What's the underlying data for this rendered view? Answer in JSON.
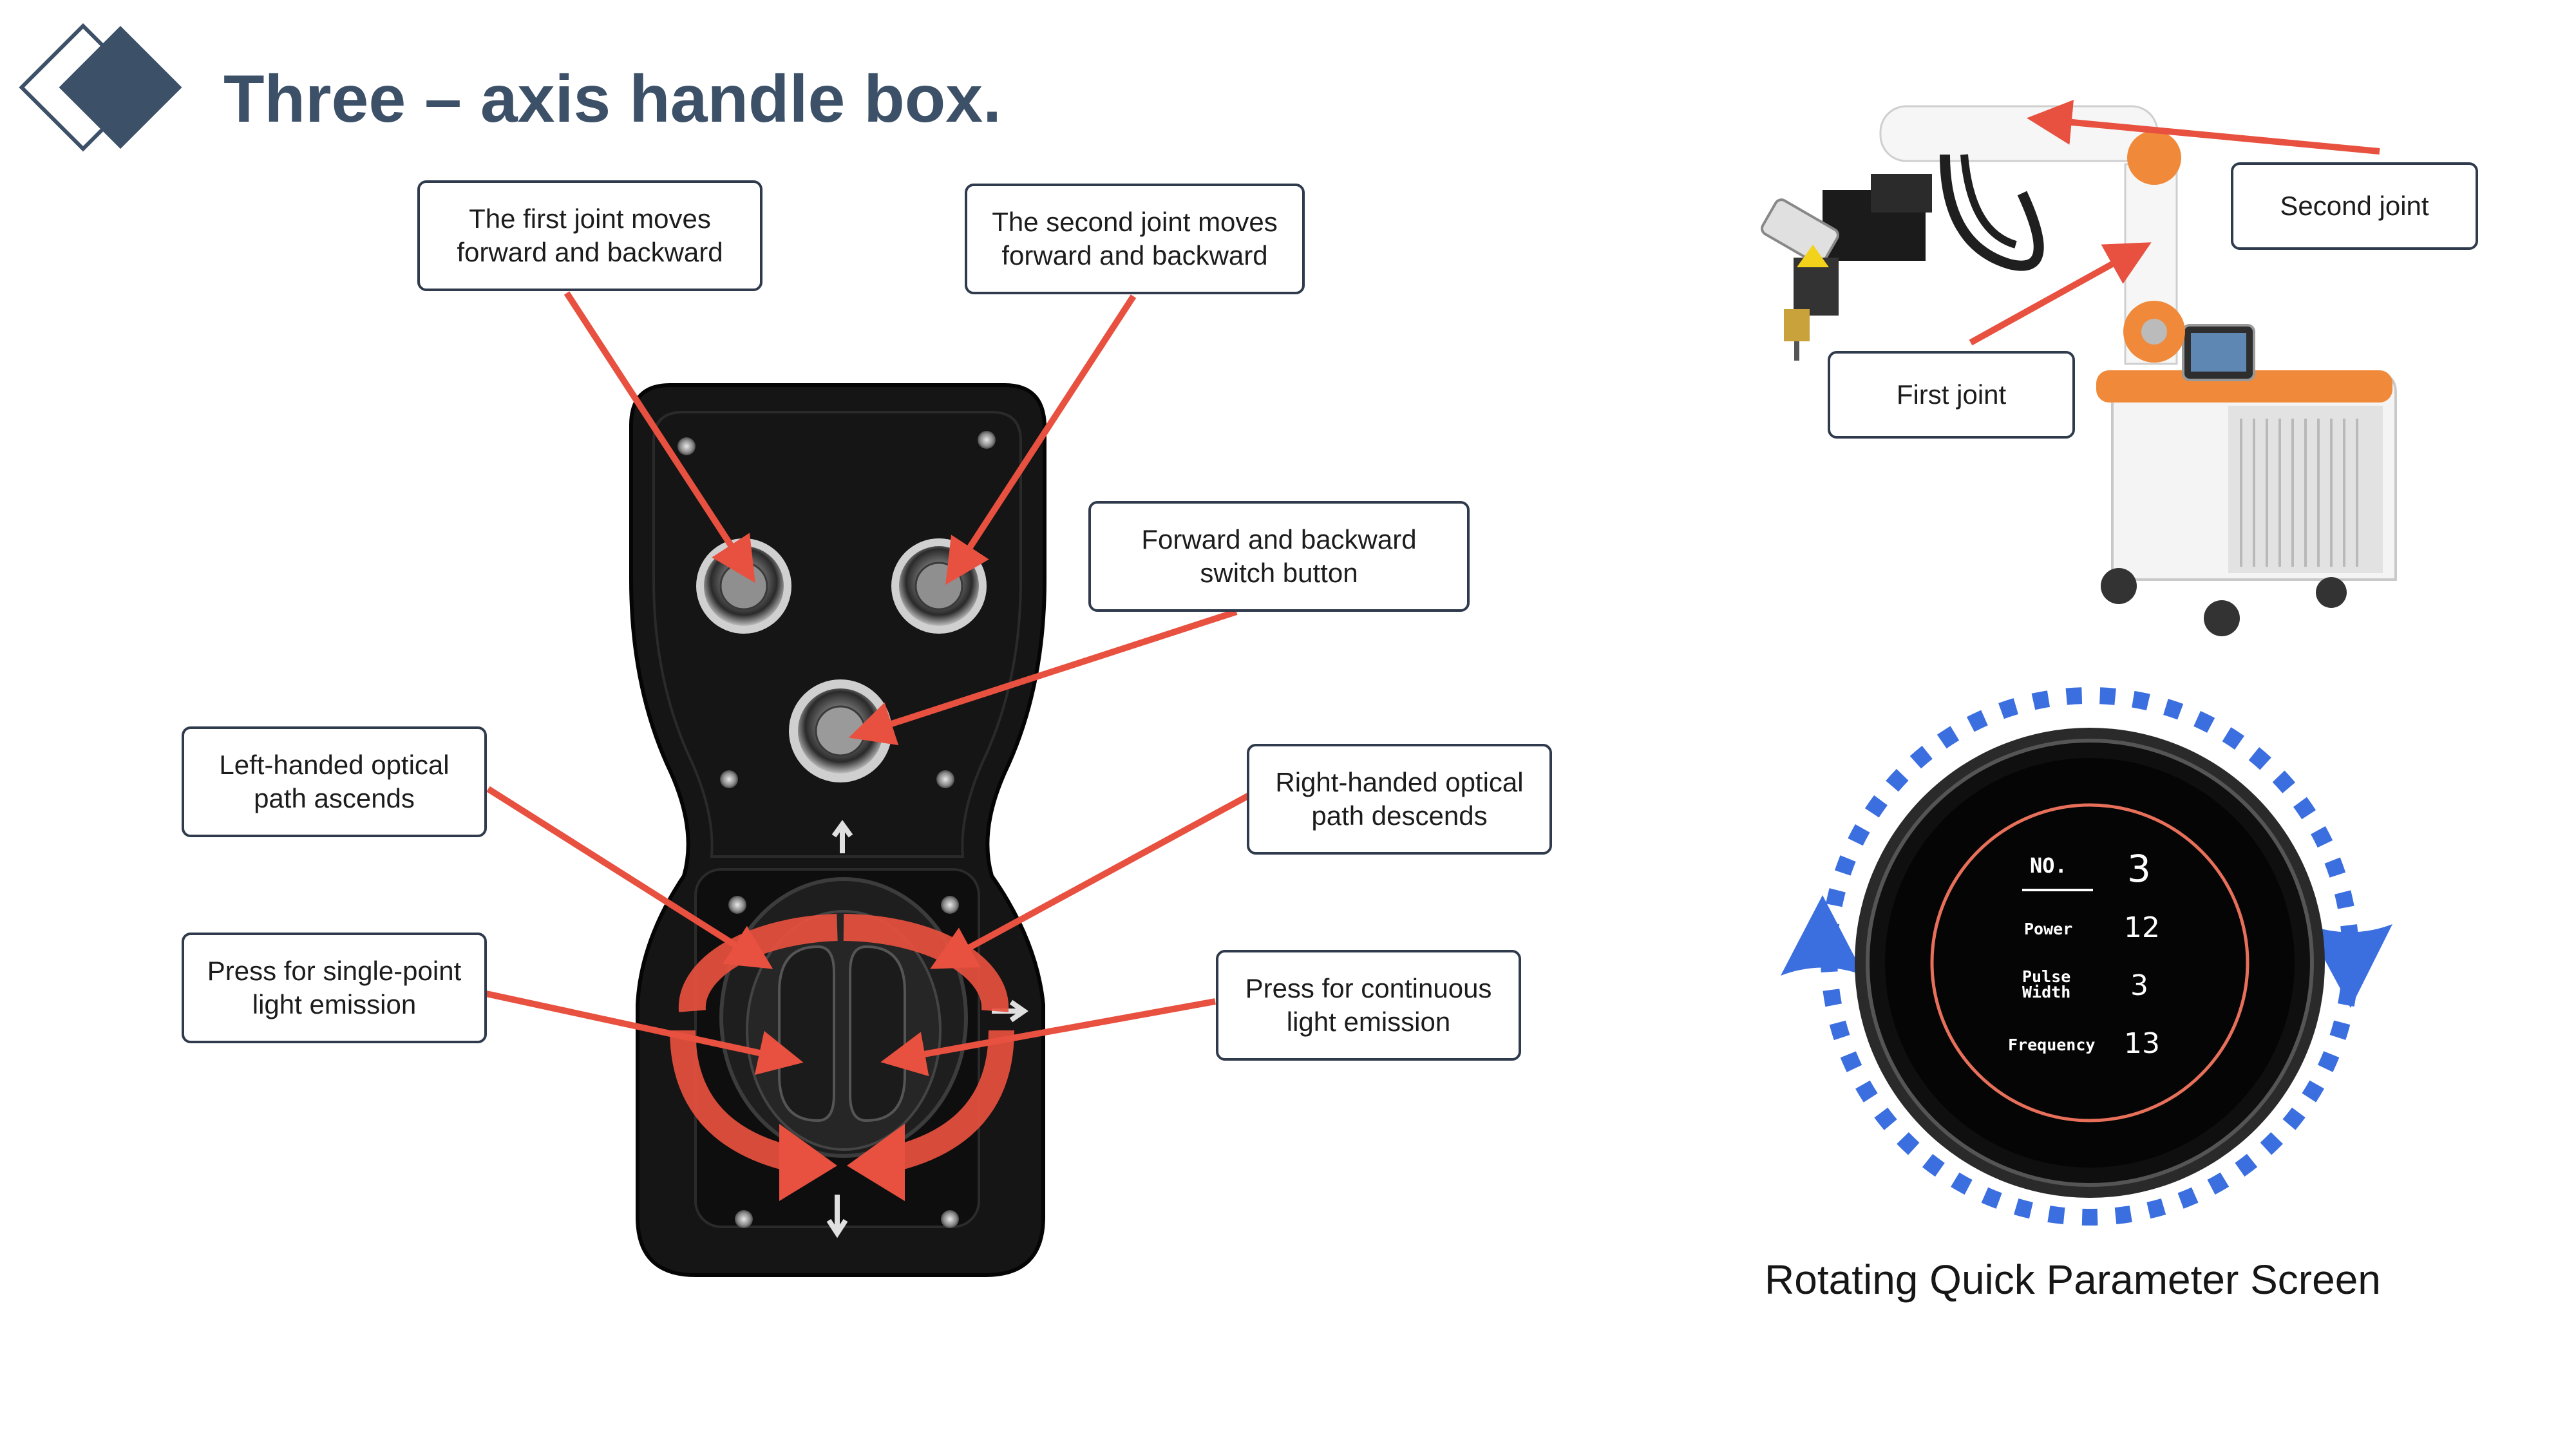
{
  "title": "Three – axis handle box.",
  "callouts": {
    "first_joint_moves": [
      "The first joint moves",
      "forward and backward"
    ],
    "second_joint_moves": [
      "The second joint moves",
      "forward and backward"
    ],
    "switch_button": [
      "Forward and backward",
      "switch button"
    ],
    "left_handed": [
      "Left-handed optical",
      "path ascends"
    ],
    "right_handed": [
      "Right-handed optical",
      "path descends"
    ],
    "single_point": [
      "Press for single-point",
      "light emission"
    ],
    "continuous": [
      "Press for continuous",
      "light emission"
    ],
    "second_joint": "Second joint",
    "first_joint": "First joint"
  },
  "screen": {
    "no_label": "NO.",
    "no_value": "3",
    "power_label": "Power",
    "power_value": "12",
    "pulse_label_1": "Pulse",
    "pulse_label_2": "Width",
    "pulse_value": "3",
    "frequency_label": "Frequency",
    "frequency_value": "13"
  },
  "screen_caption": "Rotating Quick Parameter Screen",
  "colors": {
    "title": "#3c5068",
    "logo": "#3c5068",
    "arrow": "#e8503f",
    "rotation_dash": "#3b6fe0",
    "screen_ring": "#e8705a"
  }
}
